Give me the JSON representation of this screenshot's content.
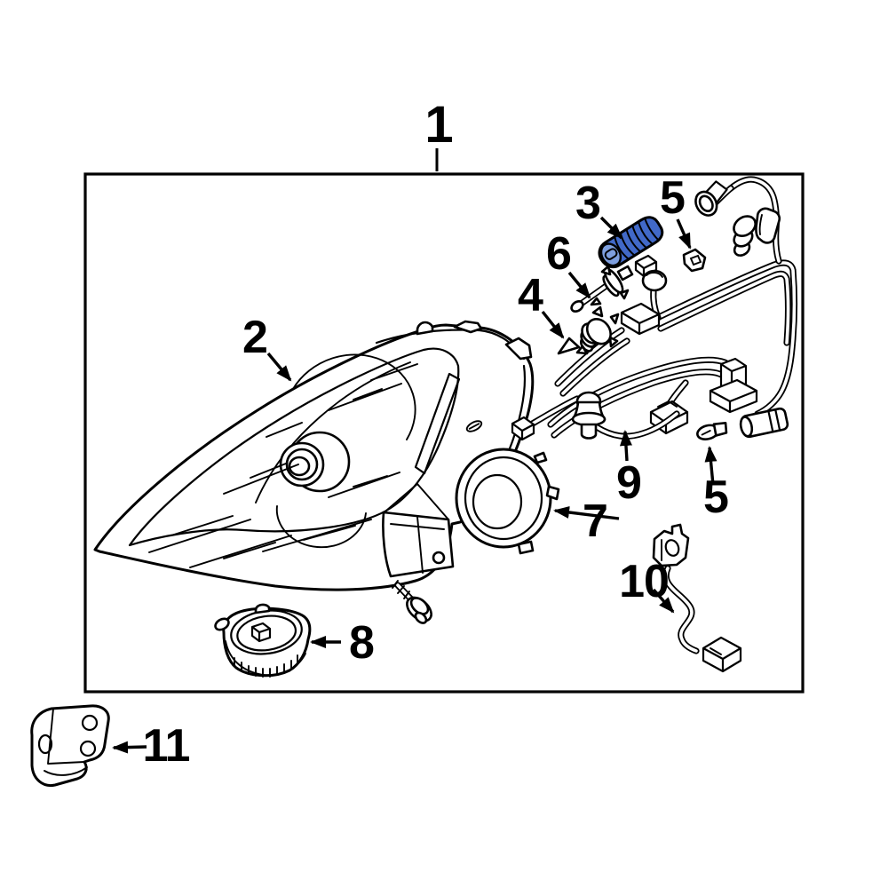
{
  "figure": {
    "description": "Exploded parts diagram of a headlamp assembly with numbered callouts",
    "background": "#ffffff",
    "line_color": "#000000",
    "box_border_color": "#000000",
    "label_color": "#000000",
    "highlight_color": "#4169c8",
    "highlight_light": "#7e9fdf"
  },
  "callouts": [
    {
      "id": "callout-1",
      "label": "1"
    },
    {
      "id": "callout-2",
      "label": "2"
    },
    {
      "id": "callout-3",
      "label": "3"
    },
    {
      "id": "callout-4",
      "label": "4"
    },
    {
      "id": "callout-5-upper",
      "label": "5"
    },
    {
      "id": "callout-6",
      "label": "6"
    },
    {
      "id": "callout-7",
      "label": "7"
    },
    {
      "id": "callout-8",
      "label": "8"
    },
    {
      "id": "callout-9",
      "label": "9"
    },
    {
      "id": "callout-5-lower",
      "label": "5"
    },
    {
      "id": "callout-10",
      "label": "10"
    },
    {
      "id": "callout-11",
      "label": "11"
    }
  ]
}
